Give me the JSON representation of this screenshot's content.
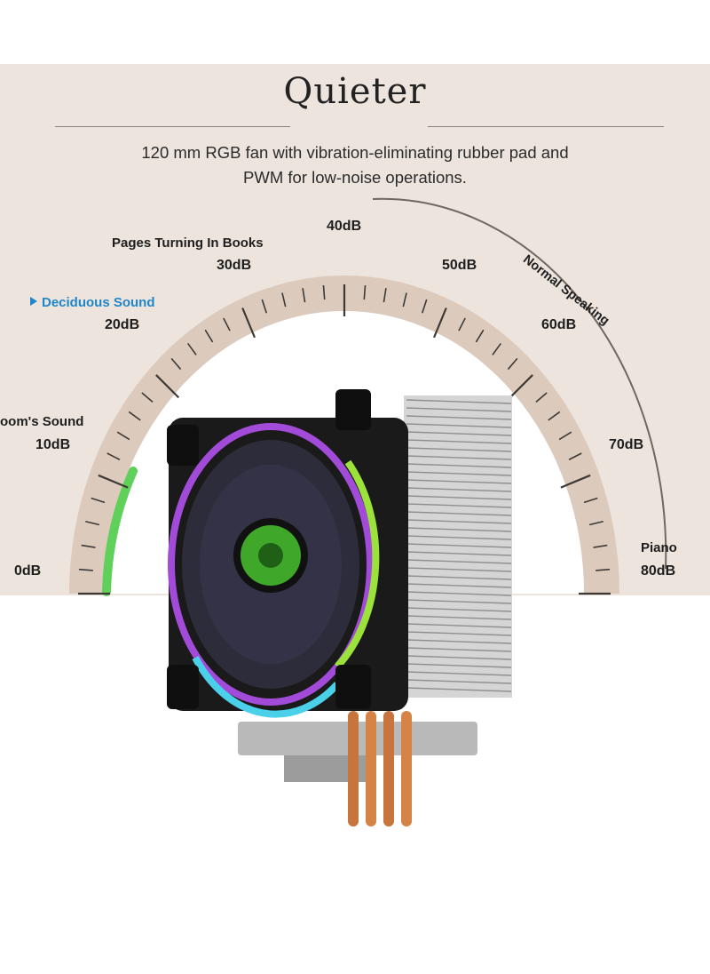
{
  "title": "Quieter",
  "subtitle_lines": [
    "120 mm RGB fan with vibration-eliminating rubber pad and",
    "PWM for low-noise operations."
  ],
  "scale": {
    "ticks": [
      {
        "label": "0dB",
        "value": 0
      },
      {
        "label": "10dB",
        "value": 10
      },
      {
        "label": "20dB",
        "value": 20
      },
      {
        "label": "30dB",
        "value": 30
      },
      {
        "label": "40dB",
        "value": 40
      },
      {
        "label": "50dB",
        "value": 50
      },
      {
        "label": "60dB",
        "value": 60
      },
      {
        "label": "70dB",
        "value": 70
      },
      {
        "label": "80dB",
        "value": 80
      }
    ],
    "highlighted_level": 20
  },
  "captions": {
    "room": "oom's Sound",
    "deciduous": "Deciduous Sound",
    "pages": "Pages Turning In Books",
    "speaking": "Normal Speaking",
    "piano": "Piano"
  },
  "colors": {
    "panel": "#ece4dd",
    "track": "#dccbbd",
    "arc_highlight_green": "#5fd05a",
    "caption_blue": "#1f86c9"
  }
}
